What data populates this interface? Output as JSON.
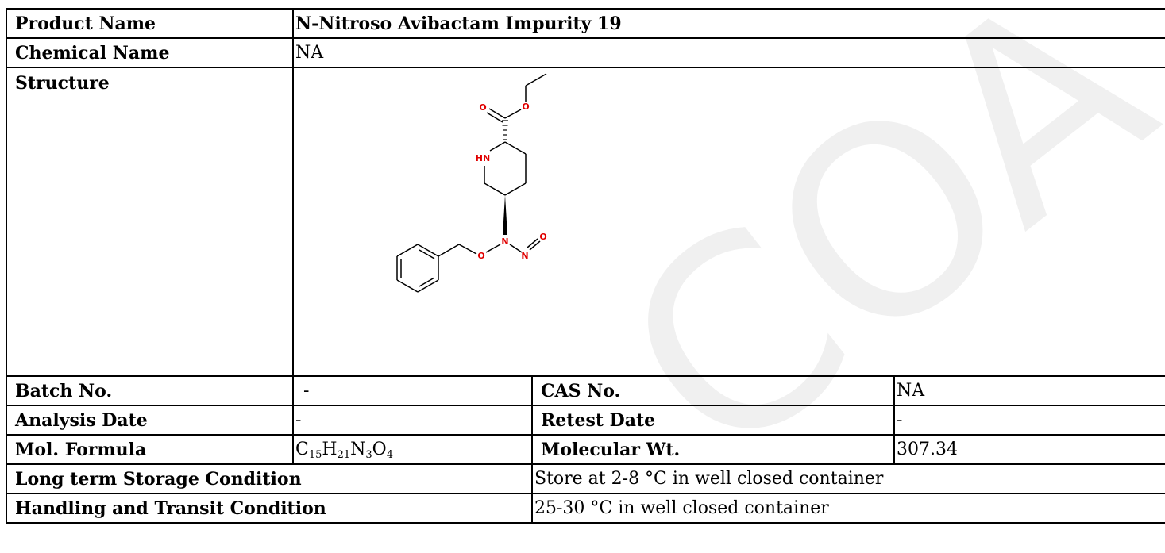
{
  "product": {
    "product_name_label": "Product Name",
    "product_name_value": "N-Nitroso Avibactam Impurity 19",
    "chemical_name_label": "Chemical Name",
    "chemical_name_value": "NA",
    "structure_label": "Structure"
  },
  "structure_atoms": {
    "o1": "O",
    "o2": "O",
    "hn": "HN",
    "n1": "N",
    "o3": "O",
    "n2": "N",
    "o4": "O"
  },
  "details": {
    "batch_label": "Batch No.",
    "batch_value": "-",
    "cas_label": "CAS No.",
    "cas_value": "NA",
    "analysis_label": "Analysis Date",
    "analysis_value": "-",
    "retest_label": "Retest Date",
    "retest_value": "-",
    "formula_label": "Mol. Formula",
    "formula": {
      "c": "C",
      "c_n": "15",
      "h": "H",
      "h_n": "21",
      "n": "N",
      "n_n": "3",
      "o": "O",
      "o_n": "4"
    },
    "mw_label": "Molecular Wt.",
    "mw_value": "307.34",
    "storage_label": "Long term Storage Condition",
    "storage_value": "Store at 2-8 °C in well closed container",
    "handling_label": "Handling and Transit Condition",
    "handling_value": "25-30 °C in well closed container"
  },
  "watermark": {
    "text": "COA",
    "color": "#f0f0f0"
  }
}
